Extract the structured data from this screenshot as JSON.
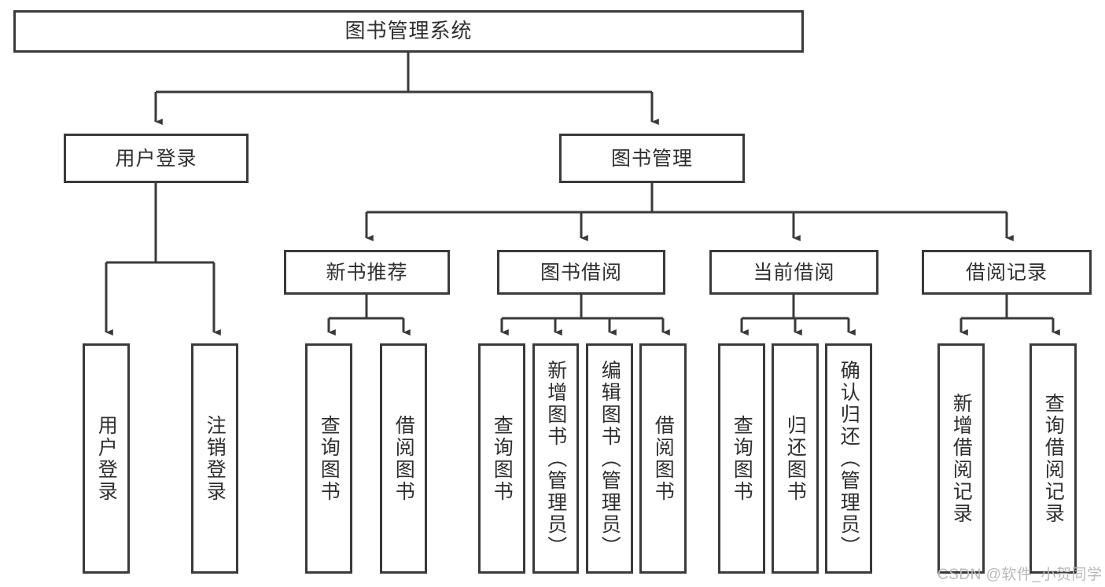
{
  "diagram": {
    "title": "图书管理系统",
    "type": "tree-hierarchy-diagram",
    "colors": {
      "stroke": "#3a3a3a",
      "box_fill": "#ffffff",
      "text": "#2f2f2f",
      "background": "#ffffff",
      "watermark": "#b9b9b9"
    },
    "root": {
      "label": "图书管理系统"
    },
    "level1": [
      {
        "label": "用户登录"
      },
      {
        "label": "图书管理"
      }
    ],
    "level2": [
      {
        "label": "新书推荐"
      },
      {
        "label": "图书借阅"
      },
      {
        "label": "当前借阅"
      },
      {
        "label": "借阅记录"
      }
    ],
    "leaves": {
      "user_login": [
        {
          "label": "用户登录"
        },
        {
          "label": "注销登录"
        }
      ],
      "new_book_recommend": [
        {
          "label": "查询图书"
        },
        {
          "label": "借阅图书"
        }
      ],
      "book_borrow": [
        {
          "label": "查询图书"
        },
        {
          "label": "新增图书（管理员）"
        },
        {
          "label": "编辑图书（管理员）"
        },
        {
          "label": "借阅图书"
        }
      ],
      "current_borrow": [
        {
          "label": "查询图书"
        },
        {
          "label": "归还图书"
        },
        {
          "label": "确认归还（管理员）"
        }
      ],
      "borrow_record": [
        {
          "label": "新增借阅记录"
        },
        {
          "label": "查询借阅记录"
        }
      ]
    },
    "watermark": "CSDN @软件_小贺同学"
  }
}
